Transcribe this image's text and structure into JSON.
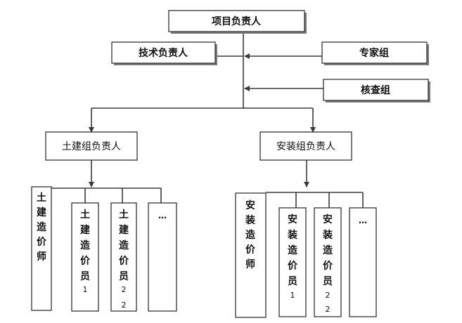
{
  "nodes": {
    "project_lead": "项目负责人",
    "tech_lead": "技术负责人",
    "expert_group": "专家组",
    "review_group": "核查组",
    "civil_lead": "土建组负责人",
    "install_lead": "安装组负责人",
    "civil_engineer": [
      "土",
      "建",
      "造",
      "价",
      "师"
    ],
    "civil_staff_1": [
      "土",
      "建",
      "造",
      "价",
      "员",
      "1"
    ],
    "civil_staff_2": [
      "土",
      "建",
      "造",
      "价",
      "员",
      "2",
      "2"
    ],
    "civil_more": "…",
    "install_engineer": [
      "安",
      "装",
      "造",
      "价",
      "师"
    ],
    "install_staff_1": [
      "安",
      "装",
      "造",
      "价",
      "员",
      "1"
    ],
    "install_staff_2": [
      "安",
      "装",
      "造",
      "价",
      "员",
      "2",
      "2"
    ],
    "install_more": "…"
  },
  "colors": {
    "line": "#3a3a3a",
    "border": "#333333",
    "shadow": "#7a7a7a"
  }
}
